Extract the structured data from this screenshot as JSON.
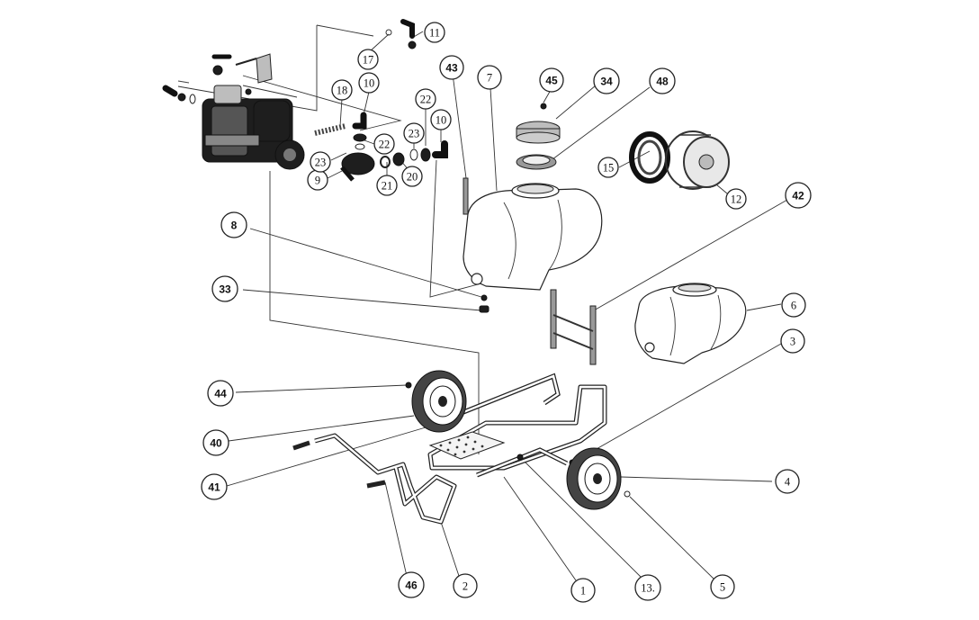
{
  "callouts": [
    {
      "key": "c1",
      "label": "1"
    },
    {
      "key": "c2",
      "label": "2"
    },
    {
      "key": "c3",
      "label": "3"
    },
    {
      "key": "c4",
      "label": "4"
    },
    {
      "key": "c5",
      "label": "5"
    },
    {
      "key": "c6",
      "label": "6"
    },
    {
      "key": "c7",
      "label": "7"
    },
    {
      "key": "c8",
      "label": "8"
    },
    {
      "key": "c9",
      "label": "9"
    },
    {
      "key": "c10a",
      "label": "10"
    },
    {
      "key": "c10b",
      "label": "10"
    },
    {
      "key": "c11",
      "label": "11"
    },
    {
      "key": "c12",
      "label": "12"
    },
    {
      "key": "c13",
      "label": "13."
    },
    {
      "key": "c15",
      "label": "15"
    },
    {
      "key": "c17",
      "label": "17"
    },
    {
      "key": "c18",
      "label": "18"
    },
    {
      "key": "c20",
      "label": "20"
    },
    {
      "key": "c21",
      "label": "21"
    },
    {
      "key": "c22a",
      "label": "22"
    },
    {
      "key": "c22b",
      "label": "22"
    },
    {
      "key": "c23a",
      "label": "23"
    },
    {
      "key": "c23b",
      "label": "23"
    },
    {
      "key": "c33",
      "label": "33"
    },
    {
      "key": "c34",
      "label": "34"
    },
    {
      "key": "c40",
      "label": "40"
    },
    {
      "key": "c41",
      "label": "41"
    },
    {
      "key": "c42",
      "label": "42"
    },
    {
      "key": "c43",
      "label": "43"
    },
    {
      "key": "c44",
      "label": "44"
    },
    {
      "key": "c45",
      "label": "45"
    },
    {
      "key": "c46",
      "label": "46"
    },
    {
      "key": "c48",
      "label": "48"
    }
  ],
  "parts": {
    "engine_pump": "engine-pump-assembly",
    "tank_main": "spray-tank",
    "tank_alt": "spray-tank-alternate",
    "frame": "cart-frame",
    "handle": "push-handle",
    "hose_reel": "hose-reel",
    "lid": "tank-lid",
    "strainer": "tank-strainer"
  }
}
